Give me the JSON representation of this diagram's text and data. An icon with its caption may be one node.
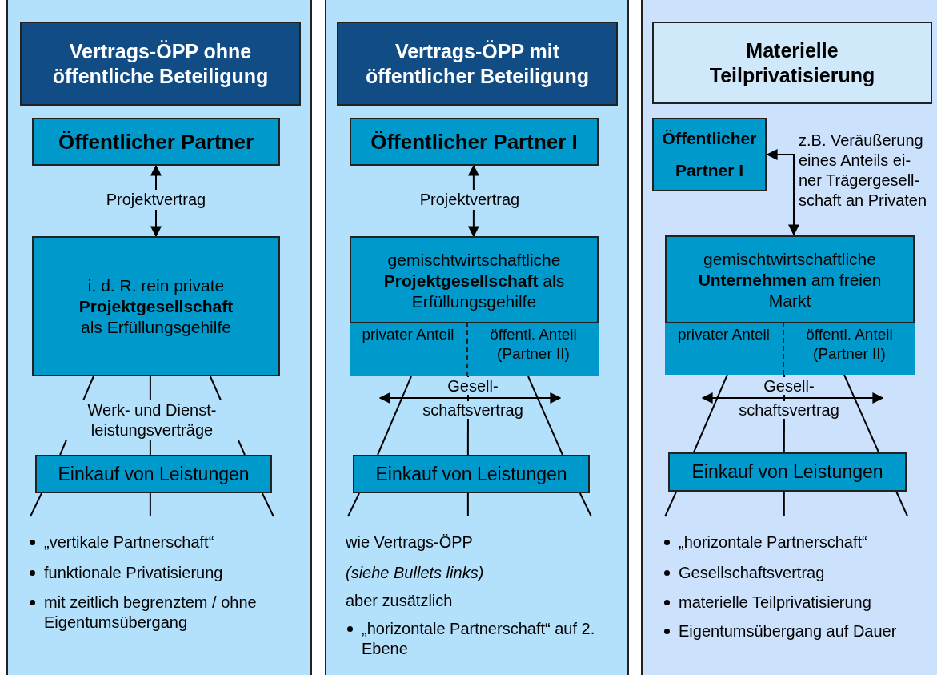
{
  "diagram": {
    "nodes": [
      {
        "text": [],
        "shape": "box"
      },
      {
        "text": [
          "Vertrags-ÖPP ohne öffentliche Beteiligung"
        ],
        "in": 0
      },
      {
        "text": [
          "Öffentlicher Partner"
        ],
        "in": 0
      },
      {
        "text": [
          "i. d. R. rein private **Projektgesellschaft** als Erfüllungsgehilfe"
        ],
        "in": 0
      },
      {
        "text": [
          "Einkauf von Leistungen"
        ],
        "in": 0
      },
      {
        "text": [],
        "shape": "box"
      },
      {
        "text": [
          "Vertrags-ÖPP mit öffentlicher Beteiligung"
        ],
        "in": 5
      },
      {
        "text": [
          "Öffentlicher Partner I"
        ],
        "in": 5
      },
      {
        "text": [
          "gemischtwirtschaftliche **Projektgesellschaft** als Erfüllungsgehilfe"
        ],
        "in": 5
      },
      {
        "text": [
          "privater Anteil"
        ],
        "in": 8
      },
      {
        "text": [
          "öffentl. Anteil (Partner II)"
        ],
        "in": 8
      },
      {
        "text": [
          "Einkauf von Leistungen"
        ],
        "in": 5
      },
      {
        "text": [],
        "shape": "box"
      },
      {
        "text": [
          "Materielle Teilprivatisierung"
        ],
        "in": 12
      },
      {
        "text": [
          "Öffentlicher Partner I"
        ],
        "in": 12
      },
      {
        "text": [
          "gemischtwirtschaftliche **Unternehmen** am freien Markt"
        ],
        "in": 12
      },
      {
        "text": [
          "privater Anteil"
        ],
        "in": 15
      },
      {
        "text": [
          "öffentl. Anteil (Partner II)"
        ],
        "in": 15
      },
      {
        "text": [
          "Einkauf von Leistungen"
        ],
        "in": 12
      }
    ],
    "edges": [
      {
        "from": 2,
        "to": 3,
        "arrow": "both",
        "label": "Projektvertrag"
      },
      {
        "from": 3,
        "to": 4,
        "arrow": "none"
      },
      {
        "from": 3,
        "to": 4,
        "arrow": "none",
        "label": "Werk- und Dienst- leistungsverträge"
      },
      {
        "from": 3,
        "to": 4,
        "arrow": "none"
      },
      {
        "from": 4,
        "to": null,
        "arrow": "none"
      },
      {
        "from": 4,
        "to": null,
        "arrow": "none"
      },
      {
        "from": 4,
        "to": null,
        "arrow": "none"
      },
      {
        "from": 7,
        "to": 8,
        "arrow": "both",
        "label": "Projektvertrag"
      },
      {
        "from": 9,
        "to": 11,
        "arrow": "none"
      },
      {
        "from": 8,
        "to": 11,
        "arrow": "none"
      },
      {
        "from": 10,
        "to": 11,
        "arrow": "none"
      },
      {
        "from": 11,
        "to": null,
        "arrow": "none"
      },
      {
        "from": 11,
        "to": null,
        "arrow": "none"
      },
      {
        "from": 11,
        "to": null,
        "arrow": "none"
      },
      {
        "from": 15,
        "to": 14,
        "arrow": "both",
        "label": "z.B. Veräußerung eines Anteils ei- ner Trägergesell- schaft an Privaten"
      },
      {
        "from": 16,
        "to": 18,
        "arrow": "none"
      },
      {
        "from": 15,
        "to": 18,
        "arrow": "none"
      },
      {
        "from": 17,
        "to": 18,
        "arrow": "none"
      },
      {
        "from": 18,
        "to": null,
        "arrow": "none"
      },
      {
        "from": 18,
        "to": null,
        "arrow": "none"
      },
      {
        "from": 18,
        "to": null,
        "arrow": "none"
      }
    ],
    "labels": [
      "Gesell- schaftsvertrag",
      "Gesell- schaftsvertrag",
      "„vertikale Partnerschaft“",
      "funktionale Privatisierung",
      "mit zeitlich begrenztem / ohne Eigentumsübergang",
      "wie Vertrags-ÖPP",
      "(siehe Bullets links)",
      "aber zusätzlich",
      "„horizontale Partnerschaft“ auf 2. Ebene",
      "„horizontale Partnerschaft“",
      "Gesellschaftsvertrag",
      "materielle Teilprivatisierung",
      "Eigentumsübergang auf Dauer"
    ]
  }
}
